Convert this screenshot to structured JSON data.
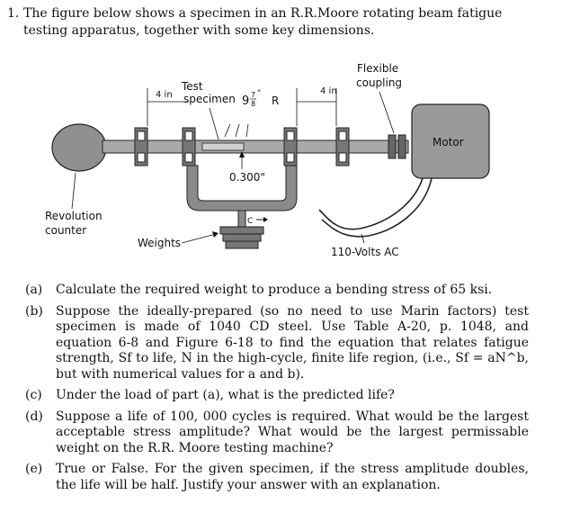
{
  "problem": {
    "number": "1.",
    "intro": "The figure below shows a specimen in an R.R.Moore rotating beam fatigue testing apparatus, together with some key dimensions."
  },
  "figure": {
    "labels": {
      "flexible": "Flexible",
      "coupling": "coupling",
      "test": "Test",
      "specimen": "specimen",
      "dim_left": "4 in",
      "dim_right": "4 in",
      "radius_main": "9",
      "radius_num": "7",
      "radius_den": "8",
      "radius_unit": "\"",
      "radius_R": "R",
      "diameter": "0.300\"",
      "motor": "Motor",
      "revolution": "Revolution",
      "counter": "counter",
      "weights": "Weights",
      "power": "110-Volts AC"
    }
  },
  "parts": [
    {
      "label": "(a)",
      "text": "Calculate the required weight to produce a bending stress of 65 ksi."
    },
    {
      "label": "(b)",
      "text": "Suppose the ideally-prepared (so no need to use Marin factors) test specimen is made of 1040 CD steel. Use Table A-20, p. 1048, and equation 6-8 and Figure 6-18 to find the equation that relates fatigue strength, Sf to life, N in the high-cycle, finite life region, (i.e., Sf = aN^b, but with numerical values for a and b)."
    },
    {
      "label": "(c)",
      "text": "Under the load of part (a), what is the predicted life?"
    },
    {
      "label": "(d)",
      "text": "Suppose a life of 100, 000 cycles is required. What would be the largest acceptable stress amplitude? What would be the largest permissable weight on the R.R. Moore testing machine?"
    },
    {
      "label": "(e)",
      "text": "True or False. For the given specimen, if the stress amplitude doubles, the life will be half. Justify your answer with an explanation."
    }
  ]
}
